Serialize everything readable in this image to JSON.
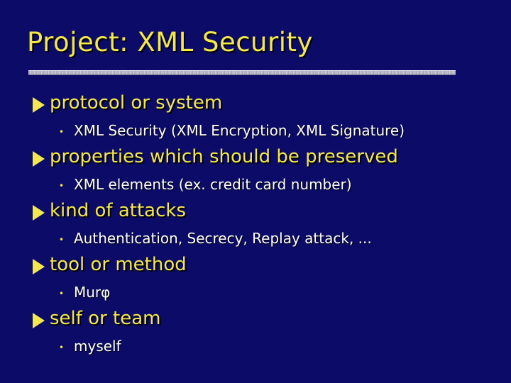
{
  "slide": {
    "title": "Project: XML Security",
    "bullets": [
      {
        "label": "protocol or system",
        "sub": "XML Security (XML Encryption, XML Signature)"
      },
      {
        "label": "properties which should be preserved",
        "sub": "XML elements (ex. credit card number)"
      },
      {
        "label": "kind of attacks",
        "sub": "Authentication, Secrecy, Replay attack, ..."
      },
      {
        "label": "tool or method",
        "sub": "Murφ"
      },
      {
        "label": "self or team",
        "sub": "myself"
      }
    ],
    "bullet_icon": "triangle-bullet-icon",
    "sub_bullet_icon": "dot-bullet-icon",
    "sub_bullet_glyph": "•",
    "colors": {
      "background": "#0c0c68",
      "heading": "#f4e84a",
      "body": "#ffffff"
    }
  }
}
